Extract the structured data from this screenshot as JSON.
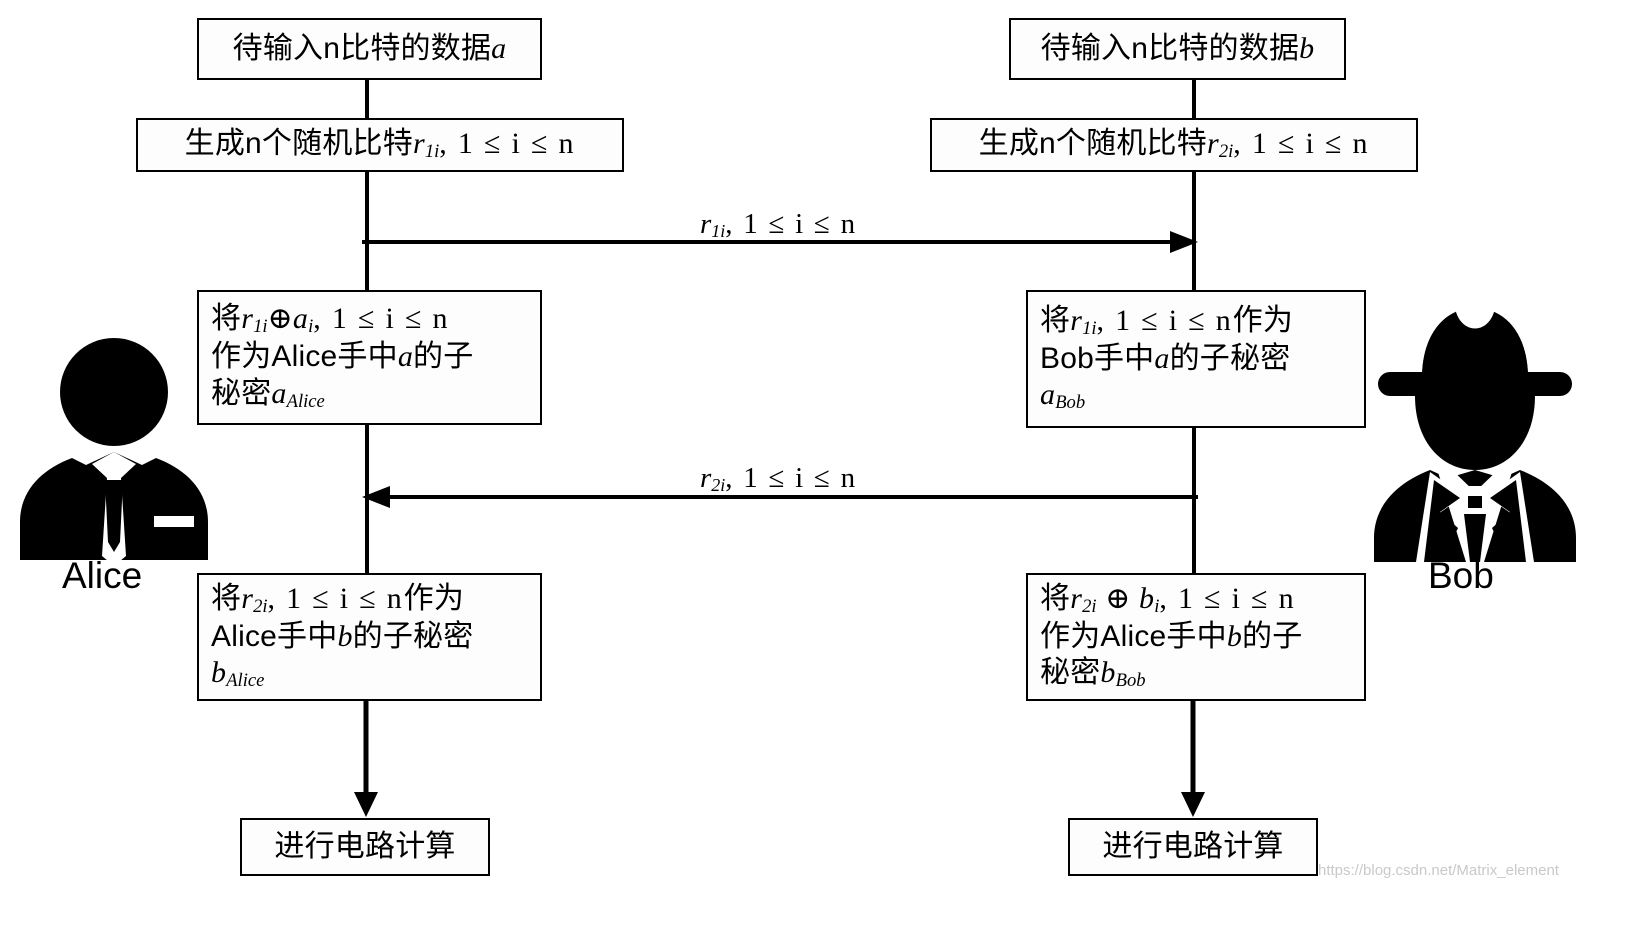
{
  "diagram": {
    "title": "Alice-Bob secret sharing protocol flow",
    "watermark": "https://blog.csdn.net/Matrix_element",
    "colors": {
      "stroke": "#000000",
      "background": "#ffffff",
      "watermark": "#c9c9c9"
    }
  },
  "parties": [
    {
      "id": "alice",
      "label": "Alice",
      "icon": "businessman-avatar-icon"
    },
    {
      "id": "bob",
      "label": "Bob",
      "icon": "spy-hat-avatar-icon"
    }
  ],
  "boxes": {
    "alice_input": {
      "line1_pre": "待输入n比特的数据",
      "line1_var": "a"
    },
    "bob_input": {
      "line1_pre": "待输入n比特的数据",
      "line1_var": "b"
    },
    "alice_random": {
      "pre": "生成n个随机比特",
      "sym": "r",
      "sub": "1i",
      "range": ", 1 ≤ i ≤ n"
    },
    "bob_random": {
      "pre": "生成n个随机比特",
      "sym": "r",
      "sub": "2i",
      "range": ", 1 ≤ i ≤ n"
    },
    "alice_a_share": {
      "l1_pre": "将",
      "l1_sym": "r",
      "l1_sub": "1i",
      "l1_op": "⊕",
      "l1_sym2": "a",
      "l1_sub2": "i",
      "l1_range": ", 1 ≤ i ≤ n",
      "l2": "作为Alice手中",
      "l2_var": "a",
      "l2_post": "的子",
      "l3": "秘密",
      "l3_sym": "a",
      "l3_sub": "Alice"
    },
    "bob_a_share": {
      "l1_pre": "将",
      "l1_sym": "r",
      "l1_sub": "1i",
      "l1_range": ", 1 ≤ i ≤ n",
      "l1_post": "作为",
      "l2": "Bob手中",
      "l2_var": "a",
      "l2_post": "的子秘密",
      "l3_sym": "a",
      "l3_sub": "Bob"
    },
    "alice_b_share": {
      "l1_pre": "将",
      "l1_sym": "r",
      "l1_sub": "2i",
      "l1_range": ", 1 ≤ i ≤ n",
      "l1_post": "作为",
      "l2": "Alice手中",
      "l2_var": "b",
      "l2_post": "的子秘密",
      "l3_sym": "b",
      "l3_sub": "Alice"
    },
    "bob_b_share": {
      "l1_pre": "将",
      "l1_sym": "r",
      "l1_sub": "2i",
      "l1_op": "⊕",
      "l1_sym2": "b",
      "l1_sub2": "i",
      "l1_range": ", 1 ≤ i ≤ n",
      "l2": "作为Alice手中",
      "l2_var": "b",
      "l2_post": "的子",
      "l3": "秘密",
      "l3_sym": "b",
      "l3_sub": "Bob"
    },
    "alice_circuit": {
      "text": "进行电路计算"
    },
    "bob_circuit": {
      "text": "进行电路计算"
    }
  },
  "arrows": [
    {
      "id": "r1-transfer",
      "direction": "left-to-right",
      "sym": "r",
      "sub": "1i",
      "range": ", 1 ≤ i ≤ n"
    },
    {
      "id": "r2-transfer",
      "direction": "right-to-left",
      "sym": "r",
      "sub": "2i",
      "range": ", 1 ≤ i ≤ n"
    }
  ]
}
